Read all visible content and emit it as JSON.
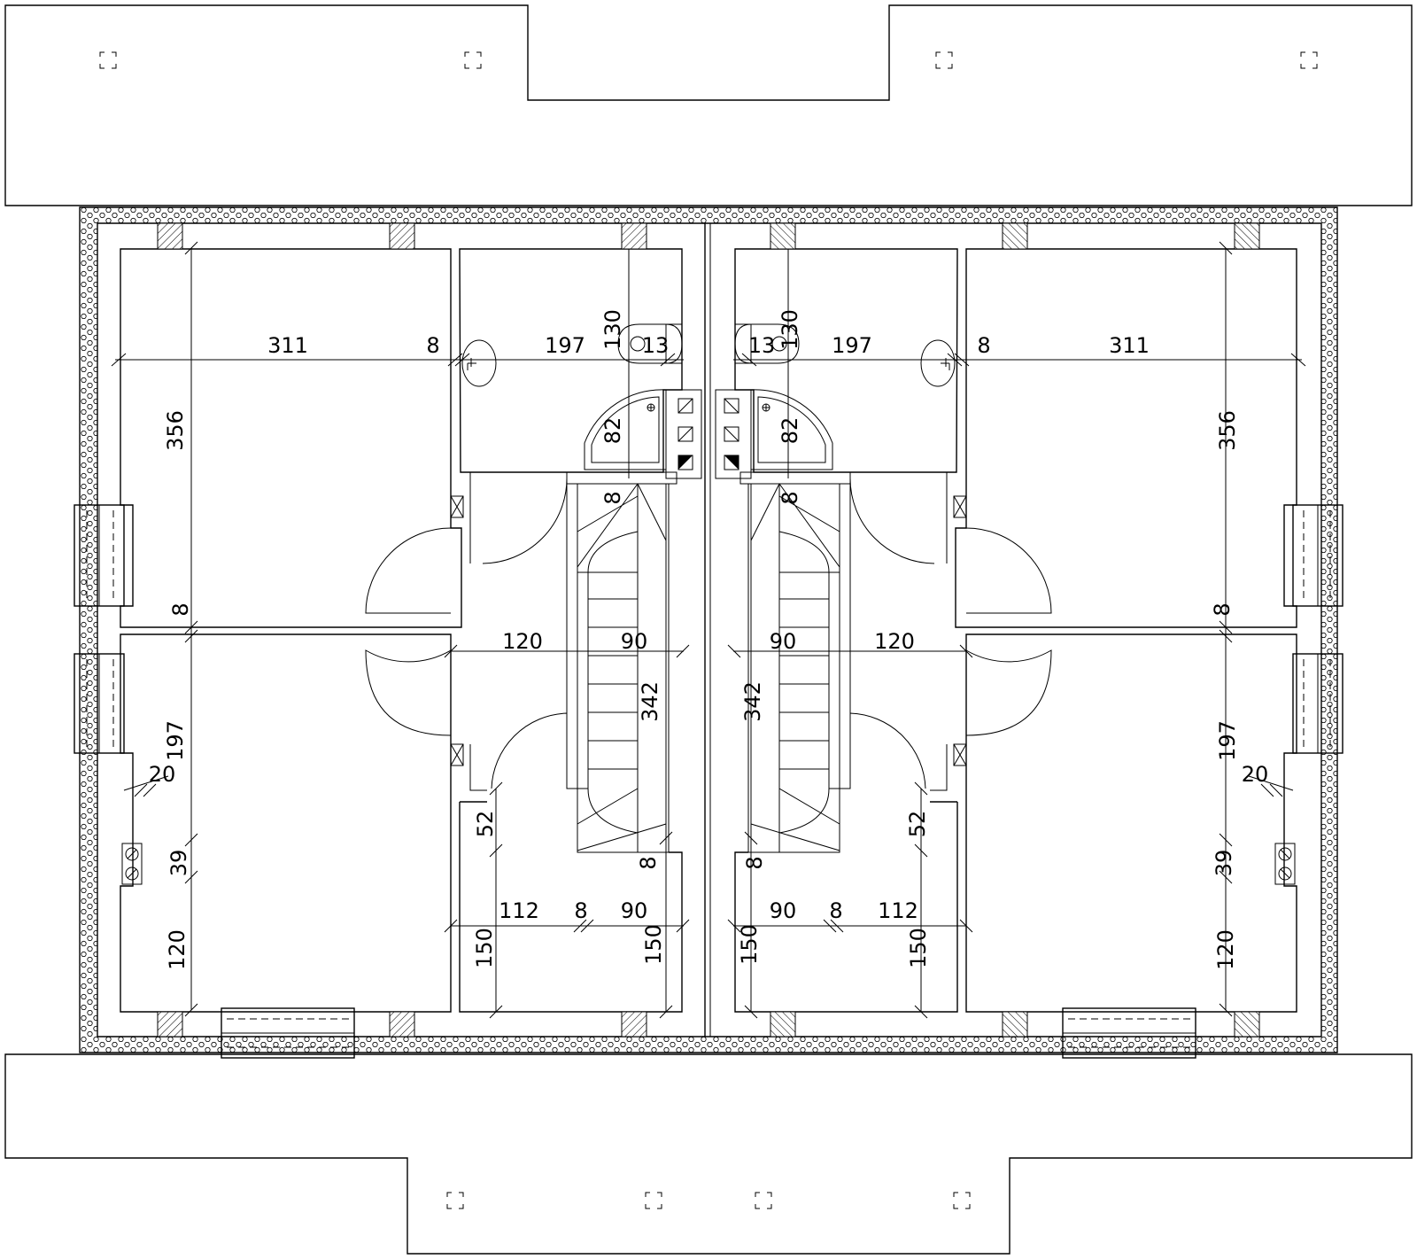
{
  "plan": {
    "colors": {
      "line": "#000000",
      "background": "#ffffff"
    },
    "left": {
      "d311": "311",
      "d8a": "8",
      "d197a": "197",
      "d130": "130",
      "d13": "13",
      "d82": "82",
      "d356": "356",
      "d8b": "8",
      "d8c": "8",
      "d120a": "120",
      "d90a": "90",
      "d342": "342",
      "d197b": "197",
      "d20": "20",
      "d52": "52",
      "d39": "39",
      "d8d": "8",
      "d112": "112",
      "d8e": "8",
      "d90b": "90",
      "d120b": "120",
      "d150a": "150",
      "d150b": "150"
    },
    "right": {
      "d311": "311",
      "d8a": "8",
      "d197a": "197",
      "d130": "130",
      "d13": "13",
      "d82": "82",
      "d356": "356",
      "d8b": "8",
      "d8c": "8",
      "d120a": "120",
      "d90a": "90",
      "d342": "342",
      "d197b": "197",
      "d20": "20",
      "d52": "52",
      "d39": "39",
      "d8d": "8",
      "d112": "112",
      "d8e": "8",
      "d90b": "90",
      "d120b": "120",
      "d150a": "150",
      "d150b": "150"
    }
  }
}
